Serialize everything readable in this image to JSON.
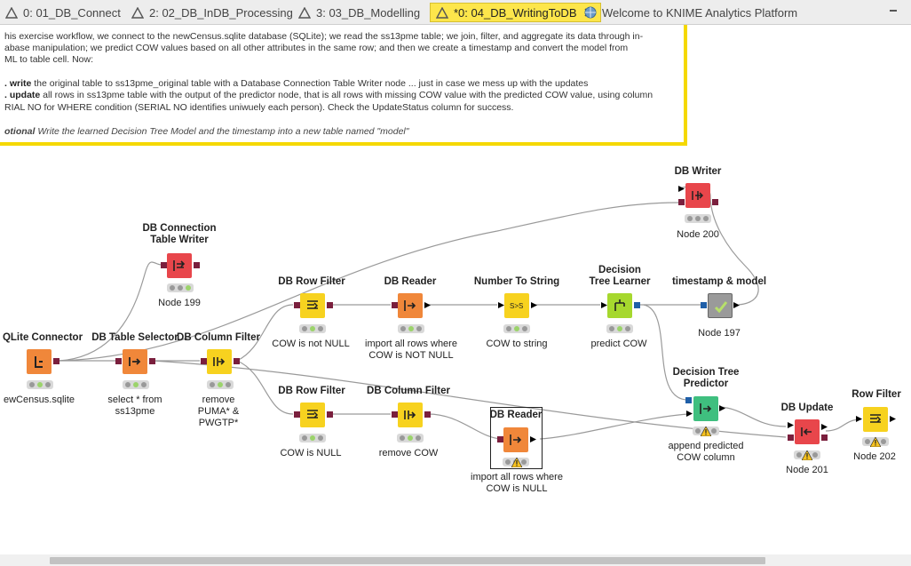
{
  "tabs": [
    {
      "label": "0: 01_DB_Connect"
    },
    {
      "label": "2: 02_DB_InDB_Processing"
    },
    {
      "label": "3: 03_DB_Modelling"
    },
    {
      "label": "*0: 04_DB_WritingToDB"
    },
    {
      "label": "Welcome to KNIME Analytics Platform"
    }
  ],
  "annotation": {
    "line1": "his exercise workflow, we connect to the newCensus.sqlite database (SQLite); we read the ss13pme table; we join, filter, and aggregate its data through in-",
    "line2": "abase manipulation; we predict COW values based on all other attributes in the same row; and then we create a timestamp and convert the model from",
    "line3": "ML to table cell. Now:",
    "step1_key": ". write",
    "step1_text": " the original table to ss13pme_original table with a Database Connection Table Writer node ... just in case we mess up with the updates",
    "step2_key": ". update",
    "step2_text": " all rows in  ss13pme table with the output of the predictor node, that is all rows with missing COW value with the predicted COW value, using column",
    "step2_cont": "RIAL NO for WHERE condition (SERIAL NO identifies uniwuely each person). Check the UpdateStatus column for success.",
    "optional_key": "otional",
    "optional_text": " Write the learned Decision Tree Model and the timestamp into a new table named \"model\""
  },
  "nodes": {
    "sqlite": {
      "title": "QLite Connector",
      "caption": "ewCensus.sqlite"
    },
    "tableselector": {
      "title": "DB Table Selector",
      "caption1": "select * from",
      "caption2": "ss13pme"
    },
    "connwriter": {
      "title1": "DB Connection",
      "title2": "Table Writer",
      "caption": "Node 199"
    },
    "colfilter1": {
      "title": "DB Column Filter",
      "caption1": "remove",
      "caption2": "PUMA* &",
      "caption3": "PWGTP*"
    },
    "rowfilter1": {
      "title": "DB Row Filter",
      "caption": "COW is not NULL"
    },
    "reader1": {
      "title": "DB Reader",
      "caption1": "import all rows where",
      "caption2": "COW is NOT NULL"
    },
    "num2str": {
      "title": "Number To String",
      "caption": "COW to string"
    },
    "dtlearner": {
      "title1": "Decision",
      "title2": "Tree Learner",
      "caption": "predict COW"
    },
    "timestamp": {
      "title": "timestamp & model",
      "caption": "Node 197"
    },
    "dbwriter": {
      "title": "DB Writer",
      "caption": "Node 200"
    },
    "rowfilter2": {
      "title": "DB Row Filter",
      "caption": "COW is NULL"
    },
    "colfilter2": {
      "title": "DB Column Filter",
      "caption": "remove COW"
    },
    "reader2": {
      "title": "DB Reader",
      "caption1": "import all rows where",
      "caption2": "COW is NULL"
    },
    "predictor": {
      "title1": "Decision Tree",
      "title2": "Predictor",
      "caption1": "append predicted",
      "caption2": "COW column"
    },
    "dbupdate": {
      "title": "DB Update",
      "caption": "Node 201"
    },
    "rowfilter3": {
      "title": "Row Filter",
      "caption": "Node 202"
    }
  },
  "colors": {
    "db_node": "#f0873a",
    "manip_node": "#f7d21f",
    "learner_node": "#a6d82e",
    "predictor_node": "#3fbf7f",
    "writer_node": "#e8464b",
    "metanode": "#9a9a9a",
    "annotation_border": "#f5d800",
    "active_tab": "#fde64b"
  }
}
